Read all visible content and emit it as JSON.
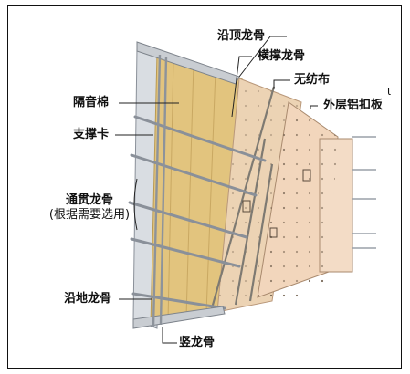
{
  "labels": {
    "top_track": "沿顶龙骨",
    "cross_brace": "横撑龙骨",
    "nonwoven": "无纺布",
    "outer_panel": "外层铝扣板",
    "insulation": "隔音棉",
    "brace_clip": "支撑卡",
    "through_channel_line1": "通贯龙骨",
    "through_channel_line2": "(根据需要选用)",
    "floor_track": "沿地龙骨",
    "stud": "竖龙骨",
    "corner_glyph": "ɩ"
  },
  "colors": {
    "insulation": "#e2c47e",
    "nonwoven": "#ecd3b4",
    "panel": "#f2d6bc",
    "metal": "#9aa0a8",
    "leader": "#222222"
  }
}
